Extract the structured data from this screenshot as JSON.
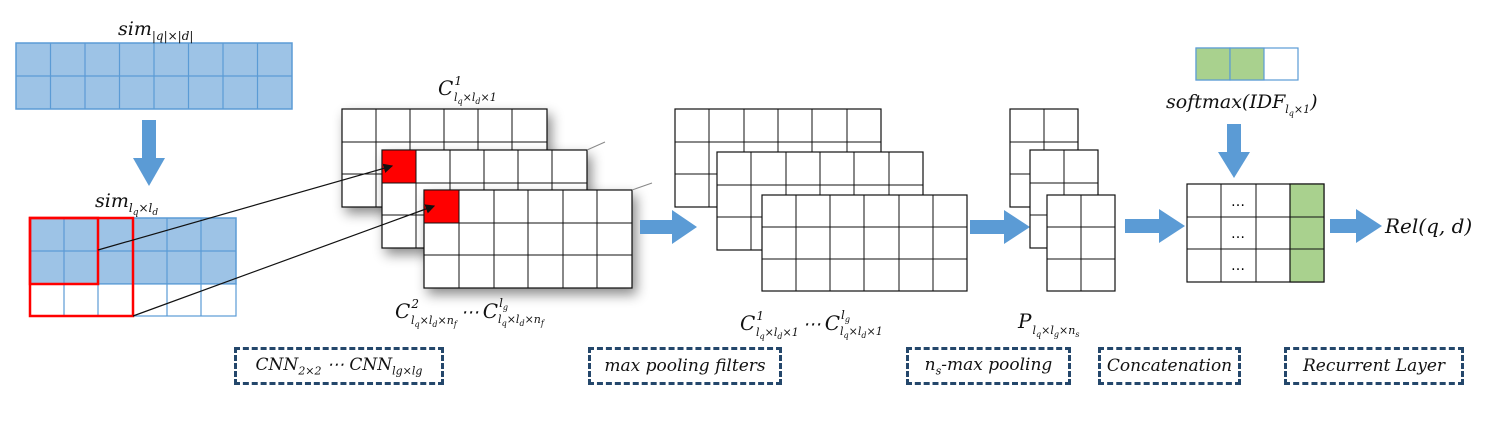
{
  "labels": {
    "sim_full_base": "sim",
    "sim_full_sub": "|q|×|d|",
    "sim_crop_base": "sim",
    "sim_crop_sub": "l",
    "sim_crop_subsub_q": "q",
    "sim_crop_x": "×",
    "sim_crop_subsub_d": "d",
    "c1_top": "C",
    "c2_bottom": "C",
    "cg_bottom": "C",
    "pool_c1": "C",
    "pool_cg": "C",
    "p_label": "P",
    "softmax": "softmax(IDF",
    "softmax_close": ")",
    "ellipsis": "⋯",
    "rel": "Rel(q, d)",
    "one": "1",
    "two": "2",
    "lg": "l",
    "g": "g",
    "dots": "…"
  },
  "stage_boxes": {
    "cnn_prefix": "CNN",
    "cnn_sub1": "2×2",
    "cnn_ellipsis": "⋯",
    "cnn_mid": "CNN",
    "cnn_sub2": "lg×lg",
    "max_pooling": "max pooling filters",
    "ns_prefix": "n",
    "ns_sub": "s",
    "ns_suffix": "-max pooling",
    "concatenation": "Concatenation",
    "recurrent": "Recurrent Layer"
  },
  "colors": {
    "blue_fill": "#9dc3e6",
    "blue_line": "#5b9bd5",
    "red": "#ff0000",
    "green": "#a9d18e",
    "arrow": "#5b9bd5",
    "box_border": "#24476b"
  }
}
